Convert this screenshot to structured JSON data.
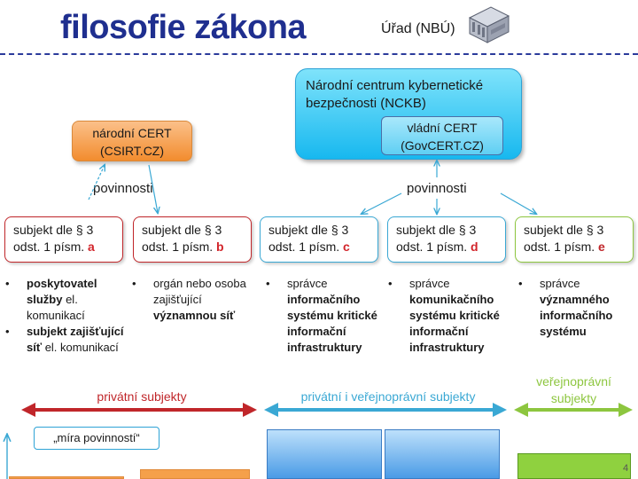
{
  "header": {
    "title": "filosofie zákona",
    "authority_label": "Úřad (NBÚ)"
  },
  "nckb": {
    "name": "Národní centrum kybernetické bezpečnosti (NCKB)",
    "govcert_line1": "vládní CERT",
    "govcert_line2": "(GovCERT.CZ)"
  },
  "csirt": {
    "line1": "národní CERT",
    "line2": "(CSIRT.CZ)"
  },
  "duties_label": "povinnosti",
  "subjects": [
    {
      "line1": "subjekt dle § 3",
      "line2_prefix": "odst. 1 písm. ",
      "letter": "a"
    },
    {
      "line1": "subjekt dle § 3",
      "line2_prefix": "odst. 1 písm. ",
      "letter": "b"
    },
    {
      "line1": "subjekt dle § 3",
      "line2_prefix": "odst. 1 písm. ",
      "letter": "c"
    },
    {
      "line1": "subjekt dle § 3",
      "line2_prefix": "odst. 1 písm. ",
      "letter": "d"
    },
    {
      "line1": "subjekt dle § 3",
      "line2_prefix": "odst. 1 písm. ",
      "letter": "e"
    }
  ],
  "descriptions": {
    "a": [
      {
        "bold": "poskytovatel služby",
        "rest": " el. komunikací"
      },
      {
        "bold": "subjekt zajišťující síť",
        "rest": " el. komunikací"
      }
    ],
    "b": [
      {
        "pre": "orgán nebo osoba zajišťující ",
        "bold": "významnou síť"
      }
    ],
    "c": [
      {
        "pre": "správce ",
        "bold": "informačního systému kritické informační infrastruktury"
      }
    ],
    "d": [
      {
        "pre": "správce ",
        "bold": "komunikačního systému kritické informační infrastruktury"
      }
    ],
    "e": [
      {
        "pre": "správce ",
        "bold": "významného informačního systému"
      }
    ]
  },
  "ranges": {
    "private": "privátní subjekty",
    "mixed": "privátní i veřejnoprávní subjekty",
    "public_line1": "veřejnoprávní",
    "public_line2": "subjekty"
  },
  "duty_measure": "„míra povinností“",
  "duty_levels": {
    "a": 0.06,
    "b": 0.2,
    "c": 1.0,
    "d": 1.0,
    "e": 0.52
  },
  "page_number": "4",
  "colors": {
    "title": "#1f2f8f",
    "private": "#c0262a",
    "mixed": "#3aa8d4",
    "public": "#8dc63f",
    "nckb": "#17b8ef",
    "csirt": "#f28c2e"
  },
  "icons": {
    "authority": "building-icon"
  }
}
